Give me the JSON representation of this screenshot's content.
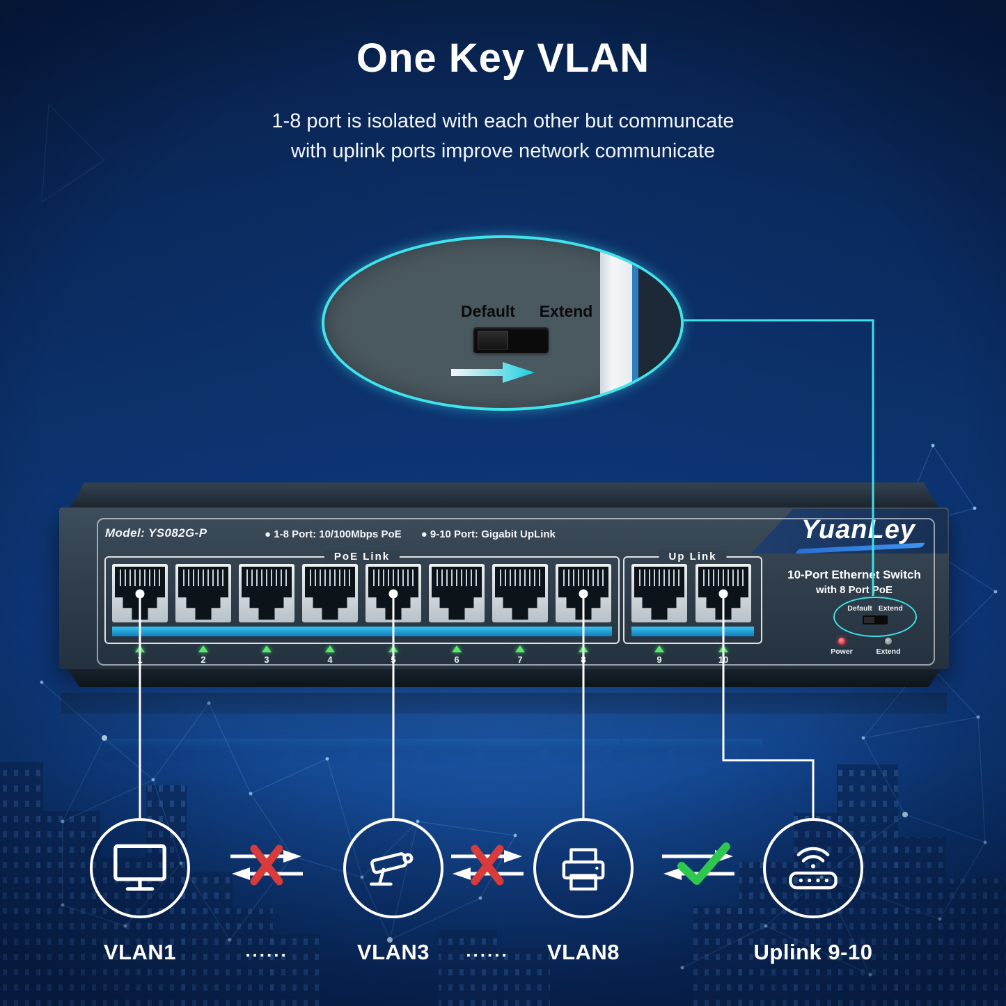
{
  "header": {
    "title": "One Key VLAN",
    "subtitle1": "1-8 port is isolated with each other but communcate",
    "subtitle2": "with uplink ports improve network communicate"
  },
  "callout": {
    "default_label": "Default",
    "extend_label": "Extend"
  },
  "switch": {
    "model": "Model: YS082G-P",
    "spec1": "● 1-8 Port: 10/100Mbps PoE",
    "spec2": "● 9-10 Port: Gigabit UpLink",
    "brand": "YuanLey",
    "poe_group_label": "PoE Link",
    "uplink_group_label": "Up Link",
    "product_title1": "10-Port Ethernet Switch",
    "product_title2": "with 8 Port PoE",
    "panel_toggle": {
      "default_label": "Default",
      "extend_label": "Extend"
    },
    "leds": {
      "power_label": "Power",
      "extend_label": "Extend"
    },
    "port_numbers": [
      "1",
      "2",
      "3",
      "4",
      "5",
      "6",
      "7",
      "8",
      "9",
      "10"
    ]
  },
  "diagram": {
    "devices": [
      {
        "label": "VLAN1",
        "icon": "monitor-icon"
      },
      {
        "label": "VLAN3",
        "icon": "cctv-camera-icon"
      },
      {
        "label": "VLAN8",
        "icon": "printer-icon"
      },
      {
        "label": "Uplink 9-10",
        "icon": "wifi-router-icon"
      }
    ],
    "separator_dots": "......",
    "blocked_color": "#d93a3a",
    "allowed_color": "#2dc84d"
  },
  "colors": {
    "accent_cyan": "#3be2ea",
    "panel_slate": "#33414e",
    "stripe_blue": "#18a6dc",
    "led_green": "#57e96b",
    "power_led_red": "#ff4554",
    "background_navy": "#0b2f68"
  }
}
